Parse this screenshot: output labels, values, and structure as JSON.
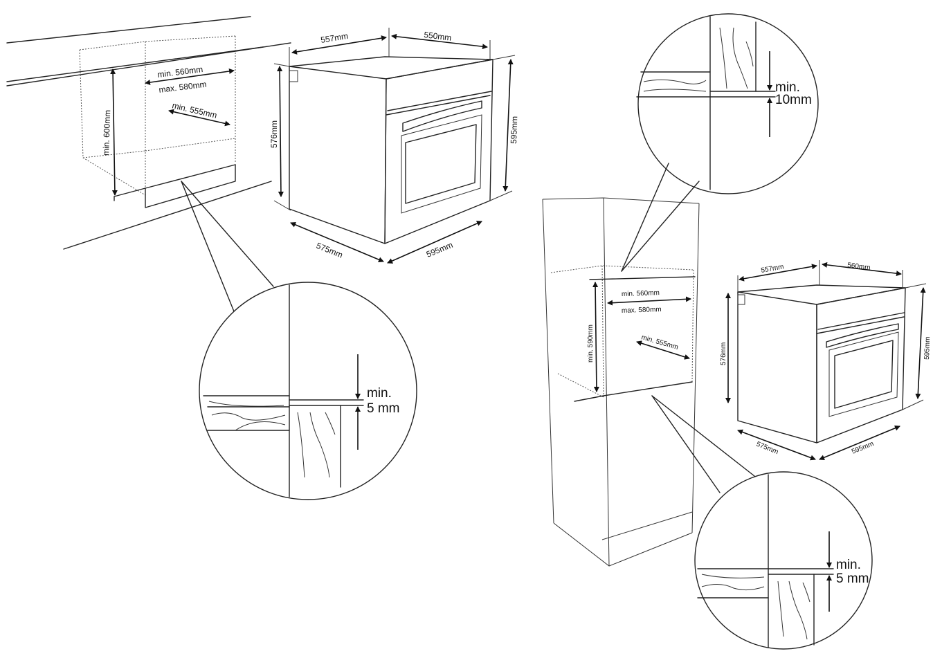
{
  "colors": {
    "line": "#222222",
    "background": "#ffffff"
  },
  "under_counter": {
    "niche": {
      "height_label": "min. 600mm",
      "width_min_label": "min. 560mm",
      "width_max_label": "max. 580mm",
      "depth_label": "min. 555mm"
    },
    "oven": {
      "top_depth_label": "557mm",
      "top_width_label": "550mm",
      "front_height_label": "576mm",
      "total_height_label": "595mm",
      "bottom_depth_label": "575mm",
      "bottom_width_label": "595mm"
    },
    "detail": {
      "line1": "min.",
      "line2": "5 mm"
    }
  },
  "tall_unit": {
    "niche": {
      "height_label": "min. 590mm",
      "width_min_label": "min. 560mm",
      "width_max_label": "max. 580mm",
      "depth_label": "min. 555mm"
    },
    "oven": {
      "top_depth_label": "557mm",
      "top_width_label": "560mm",
      "front_height_label": "576mm",
      "total_height_label": "595mm",
      "bottom_depth_label": "575mm",
      "bottom_width_label": "595mm"
    },
    "detail_top": {
      "line1": "min.",
      "line2": "10mm"
    },
    "detail_bottom": {
      "line1": "min.",
      "line2": "5 mm"
    }
  }
}
